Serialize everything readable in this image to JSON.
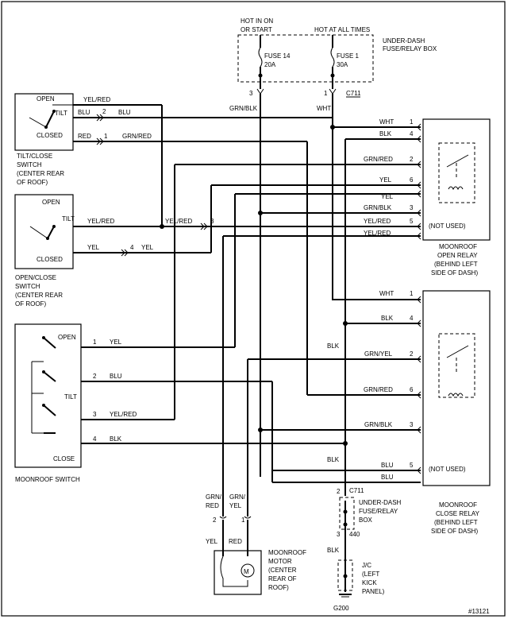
{
  "fuse_box": {
    "hot_run": "HOT IN ON",
    "hot_run2": "OR START",
    "hot_always": "HOT AT ALL TIMES",
    "box_title": "UNDER-DASH",
    "box_title2": "FUSE/RELAY BOX",
    "fuse14": "FUSE 14",
    "fuse14_amp": "20A",
    "fuse1": "FUSE 1",
    "fuse1_amp": "30A",
    "pin3": "3",
    "pin1": "1",
    "connector": "C711"
  },
  "tilt_switch": {
    "open": "OPEN",
    "tilt": "TILT",
    "closed": "CLOSED",
    "caption": [
      "TILT/CLOSE",
      "SWITCH",
      "(CENTER REAR",
      "OF ROOF)"
    ]
  },
  "open_close_switch": {
    "open": "OPEN",
    "tilt": "TILT",
    "closed": "CLOSED",
    "caption": [
      "OPEN/CLOSE",
      "SWITCH",
      "(CENTER REAR",
      "OF ROOF)"
    ]
  },
  "moonroof_switch": {
    "open": "OPEN",
    "tilt": "TILT",
    "close": "CLOSE",
    "caption": "MOONROOF SWITCH"
  },
  "open_relay": {
    "not_used": "(NOT USED)",
    "caption": [
      "MOONROOF",
      "OPEN RELAY",
      "(BEHIND LEFT",
      "SIDE OF DASH)"
    ]
  },
  "close_relay": {
    "not_used": "(NOT USED)",
    "caption": [
      "MOONROOF",
      "CLOSE RELAY",
      "(BEHIND LEFT",
      "SIDE OF DASH)"
    ]
  },
  "ground_box": {
    "connector": "C711",
    "title": [
      "UNDER-DASH",
      "FUSE/RELAY",
      "BOX"
    ],
    "pin2": "2",
    "pin3": "3",
    "code": "440"
  },
  "junction": {
    "label": [
      "J/C",
      "(LEFT",
      "KICK",
      "PANEL)"
    ],
    "ground": "G200"
  },
  "motor": {
    "caption": [
      "MOONROOF",
      "MOTOR",
      "(CENTER",
      "REAR OF",
      "ROOF)"
    ],
    "pin2": "2",
    "pin1": "1",
    "wire_left": "YEL",
    "wire_right": "RED",
    "m": "M"
  },
  "wire_labels": {
    "yel_red": "YEL/RED",
    "blu": "BLU",
    "red": "RED",
    "grn_red": "GRN/RED",
    "grn_blk": "GRN/BLK",
    "wht": "WHT",
    "blk": "BLK",
    "yel": "YEL",
    "grn_yel": "GRN/YEL",
    "grn_slash": "GRN/",
    "red_under": "RED",
    "yel_under": "YEL"
  },
  "pins": {
    "one": "1",
    "two": "2",
    "three": "3",
    "four": "4",
    "five": "5",
    "six": "6"
  },
  "figure_id": "#13121"
}
